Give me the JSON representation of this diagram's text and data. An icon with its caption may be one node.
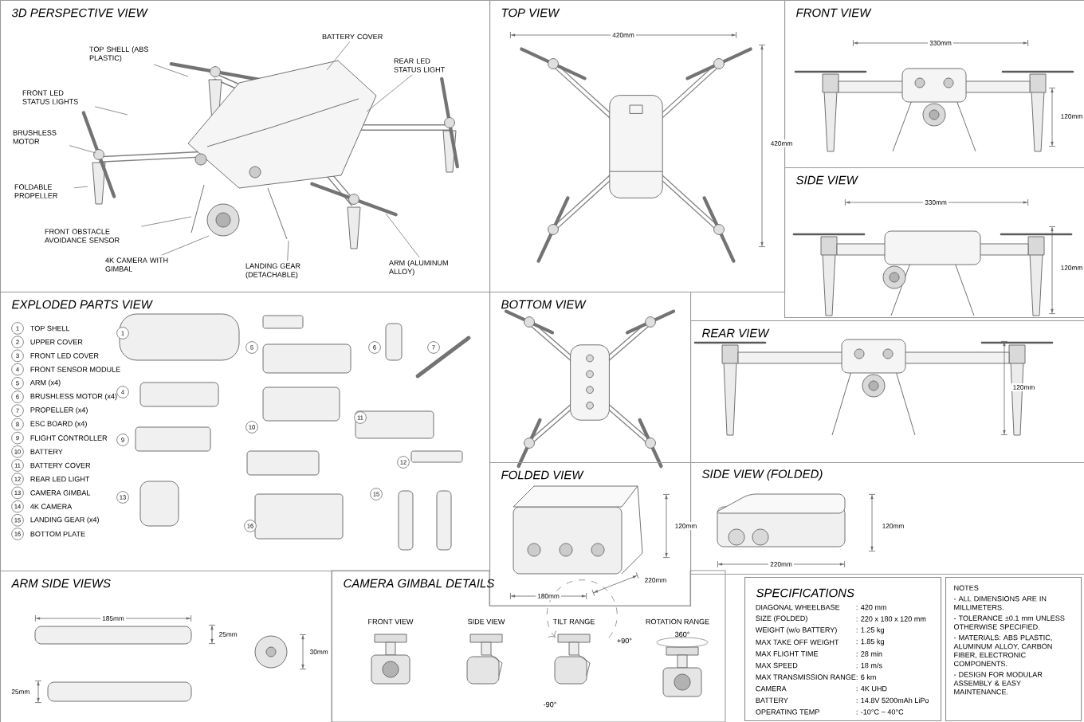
{
  "diagram": {
    "nodes": [
      {
        "text": [
          "3D PERSPECTIVE VIEW"
        ]
      },
      {
        "text": [
          "TOP VIEW"
        ]
      },
      {
        "text": [
          "FRONT VIEW"
        ]
      },
      {
        "text": [
          "SIDE VIEW"
        ]
      },
      {
        "text": [
          "EXPLODED PARTS VIEW"
        ]
      },
      {
        "text": [
          "BOTTOM VIEW"
        ]
      },
      {
        "text": [
          "REAR VIEW"
        ]
      },
      {
        "text": [
          "FOLDED VIEW"
        ]
      },
      {
        "text": [
          "SIDE VIEW (FOLDED)"
        ]
      },
      {
        "text": [
          "ARM SIDE VIEWS"
        ]
      },
      {
        "text": [
          "CAMERA GIMBAL DETAILS"
        ]
      },
      {
        "text": [
          "SPECIFICATIONS"
        ]
      },
      {
        "text": [
          "NOTES",
          "- ALL DIMENSIONS ARE IN MILLIMETERS.",
          "- TOLERANCE ±0.1 mm UNLESS OTHERWISE SPECIFIED.",
          "- MATERIALS: ABS PLASTIC, ALUMINUM ALLOY, CARBON FIBER, ELECTRONIC COMPONENTS.",
          "- DESIGN FOR MODULAR ASSEMBLY & EASY MAINTENANCE."
        ]
      },
      {
        "text": [],
        "shape": "picture",
        "in": 0
      },
      {
        "text": [
          "TOP SHELL (ABS PLASTIC)"
        ],
        "in": 0
      },
      {
        "text": [
          "BATTERY COVER"
        ],
        "in": 0
      },
      {
        "text": [
          "REAR LED STATUS LIGHT"
        ],
        "in": 0
      },
      {
        "text": [
          "FRONT LED STATUS LIGHTS"
        ],
        "in": 0
      },
      {
        "text": [
          "BRUSHLESS MOTOR"
        ],
        "in": 0
      },
      {
        "text": [
          "FOLDABLE PROPELLER"
        ],
        "in": 0
      },
      {
        "text": [
          "FRONT OBSTACLE AVOIDANCE SENSOR"
        ],
        "in": 0
      },
      {
        "text": [
          "4K CAMERA WITH GIMBAL"
        ],
        "in": 0
      },
      {
        "text": [
          "LANDING GEAR (DETACHABLE)"
        ],
        "in": 0
      },
      {
        "text": [
          "ARM (ALUMINUM ALLOY)"
        ],
        "in": 0
      }
    ],
    "edges": [
      {
        "from": 14,
        "to": 13,
        "arrow": "none"
      },
      {
        "from": 15,
        "to": 13,
        "arrow": "none"
      },
      {
        "from": 16,
        "to": 13,
        "arrow": "none"
      },
      {
        "from": 17,
        "to": 13,
        "arrow": "none"
      },
      {
        "from": 18,
        "to": 13,
        "arrow": "none"
      },
      {
        "from": 19,
        "to": 13,
        "arrow": "none"
      },
      {
        "from": 20,
        "to": 13,
        "arrow": "none"
      },
      {
        "from": 21,
        "to": 13,
        "arrow": "none"
      },
      {
        "from": 22,
        "to": 13,
        "arrow": "none"
      },
      {
        "from": 23,
        "to": 13,
        "arrow": "none"
      }
    ],
    "labels": [
      "1",
      "TOP SHELL",
      "2",
      "UPPER COVER",
      "3",
      "FRONT LED COVER",
      "4",
      "FRONT SENSOR MODULE",
      "5",
      "ARM (x4)",
      "6",
      "BRUSHLESS MOTOR (x4)",
      "7",
      "PROPELLER (x4)",
      "8",
      "ESC BOARD (x4)",
      "9",
      "FLIGHT CONTROLLER",
      "10",
      "BATTERY",
      "11",
      "BATTERY COVER",
      "12",
      "REAR LED LIGHT",
      "13",
      "CAMERA GIMBAL",
      "14",
      "4K CAMERA",
      "15",
      "LANDING GEAR (x4)",
      "16",
      "BOTTOM PLATE",
      "1",
      "5",
      "6",
      "7",
      "4",
      "10",
      "9",
      "11",
      "12",
      "13",
      "16",
      "15",
      "420mm",
      "420mm",
      "330mm",
      "120mm",
      "330mm",
      "120mm",
      "120mm",
      "120mm",
      "220mm",
      "180mm",
      "120mm",
      "220mm",
      "185mm",
      "25mm",
      "30mm",
      "25mm",
      "FRONT VIEW",
      "SIDE VIEW",
      "TILT RANGE",
      "ROTATION RANGE",
      "+90°",
      "-90°",
      "360°",
      "DIAGONAL WHEELBASE",
      ": 420 mm",
      "SIZE (FOLDED)",
      ": 220 x 180 x 120 mm",
      "WEIGHT (w/o BATTERY)",
      ": 1.25 kg",
      "MAX TAKE OFF WEIGHT",
      ": 1.85 kg",
      "MAX FLIGHT TIME",
      ": 28 min",
      "MAX SPEED",
      ": 18 m/s",
      "MAX TRANSMISSION RANGE",
      ": 6 km",
      "CAMERA",
      ": 4K UHD",
      "BATTERY",
      ": 14.8V 5200mAh LiPo",
      "OPERATING TEMP",
      ": -10°C ~ 40°C"
    ]
  }
}
